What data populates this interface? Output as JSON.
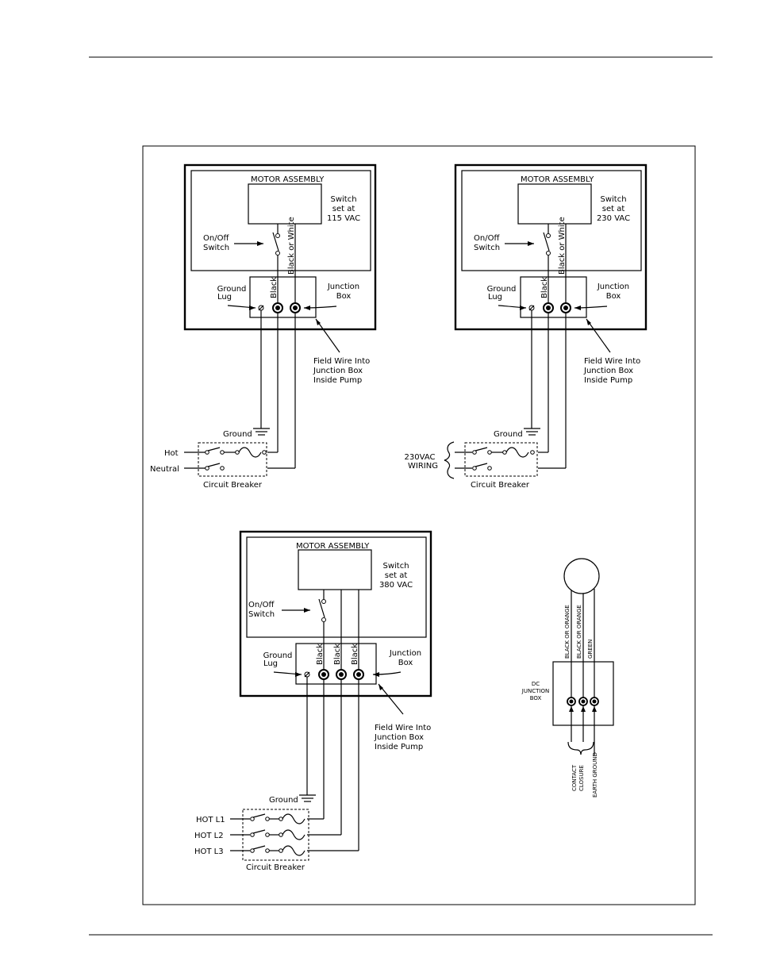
{
  "diagrams": [
    {
      "motor_label": "MOTOR ASSEMBLY",
      "switch_note": [
        "Switch",
        "set at",
        "115 VAC"
      ],
      "onoff": [
        "On/Off",
        "Switch"
      ],
      "ground_lug": [
        "Ground",
        "Lug"
      ],
      "junction_box": [
        "Junction",
        "Box"
      ],
      "wire_1": "Black",
      "wire_2": "Black or White",
      "field_wire": [
        "Field Wire Into",
        "Junction Box",
        "Inside Pump"
      ],
      "ground": "Ground",
      "breaker": "Circuit Breaker",
      "line_1": "Hot",
      "line_2": "Neutral"
    },
    {
      "motor_label": "MOTOR ASSEMBLY",
      "switch_note": [
        "Switch",
        "set at",
        "230 VAC"
      ],
      "onoff": [
        "On/Off",
        "Switch"
      ],
      "ground_lug": [
        "Ground",
        "Lug"
      ],
      "junction_box": [
        "Junction",
        "Box"
      ],
      "wire_1": "Black",
      "wire_2": "Black or White",
      "field_wire": [
        "Field Wire Into",
        "Junction Box",
        "Inside Pump"
      ],
      "ground": "Ground",
      "breaker": "Circuit Breaker",
      "wiring_label": [
        "230VAC",
        "WIRING"
      ]
    },
    {
      "motor_label": "MOTOR ASSEMBLY",
      "switch_note": [
        "Switch",
        "set at",
        "380 VAC"
      ],
      "onoff": [
        "On/Off",
        "Switch"
      ],
      "ground_lug": [
        "Ground",
        "Lug"
      ],
      "junction_box": [
        "Junction",
        "Box"
      ],
      "wires": [
        "Black",
        "Black",
        "Black"
      ],
      "field_wire": [
        "Field Wire Into",
        "Junction Box",
        "Inside Pump"
      ],
      "ground": "Ground",
      "breaker": "Circuit Breaker",
      "lines": [
        "HOT L1",
        "HOT L2",
        "HOT L3"
      ]
    }
  ],
  "dc": {
    "box_label": [
      "DC",
      "JUNCTION",
      "BOX"
    ],
    "wires": [
      "BLACK OR ORANGE",
      "BLACK OR ORANGE",
      "GREEN"
    ],
    "bottom": [
      "CONTACT",
      "CLOSURE",
      "EARTH GROUND"
    ]
  }
}
